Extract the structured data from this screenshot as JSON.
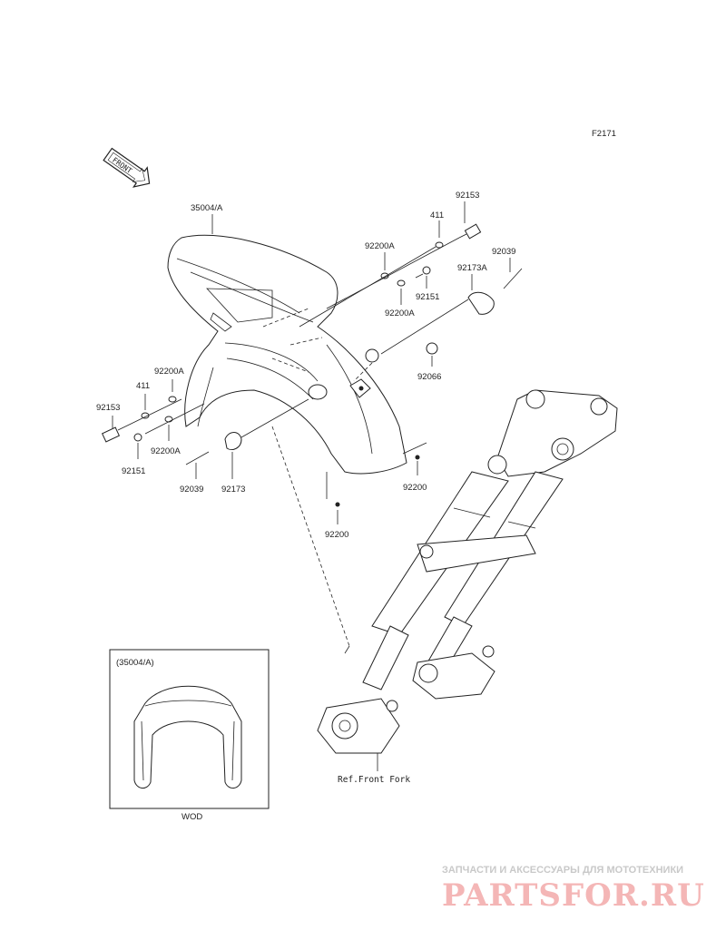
{
  "figure_code": "F2171",
  "front_arrow": "FRONT",
  "callouts": {
    "fender": "35004/A",
    "bolt_top": "92153",
    "washer_top": "411",
    "washer_a_top": "92200A",
    "bolt_mid": "92151",
    "washer_a_mid": "92200A",
    "pin_right": "92039",
    "clamp_right": "92173A",
    "grommet": "92066",
    "nut_right": "92200",
    "washer_a_left": "92200A",
    "washer_left": "411",
    "bolt_left": "92153",
    "bolt_left_low": "92151",
    "washer_a_left_low": "92200A",
    "pin_left": "92039",
    "clamp_left": "92173",
    "nut_center": "92200",
    "ref_front_fork": "Ref.Front Fork"
  },
  "inset": {
    "title": "(35004/A)",
    "caption": "WOD"
  },
  "watermark": {
    "tagline": "ЗАПЧАСТИ И АКСЕССУАРЫ ДЛЯ МОТОТЕХНИКИ",
    "brand": "PARTSFOR.RU"
  }
}
